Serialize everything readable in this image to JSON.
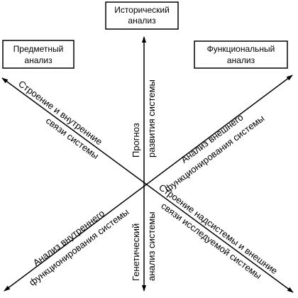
{
  "boxes": {
    "historical": {
      "line1": "Исторический",
      "line2": "анализ"
    },
    "subject": {
      "line1": "Предметный",
      "line2": "анализ"
    },
    "functional": {
      "line1": "Функциональный",
      "line2": "анализ"
    }
  },
  "axes": {
    "up": {
      "line1": "Прогноз",
      "line2": "развития системы"
    },
    "down": {
      "line1": "Генетический",
      "line2": "анализ системы"
    },
    "upper_left": {
      "line1": "Строение и внутренние",
      "line2": "связи системы"
    },
    "upper_right": {
      "line1": "Анализ внешнего",
      "line2": "функционирования системы"
    },
    "lower_left": {
      "line1": "Анализ внутреннего",
      "line2": "функционирования системы"
    },
    "lower_right": {
      "line1": "Строение надсистемы и внешние",
      "line2": "связи исследуемой системы"
    }
  }
}
